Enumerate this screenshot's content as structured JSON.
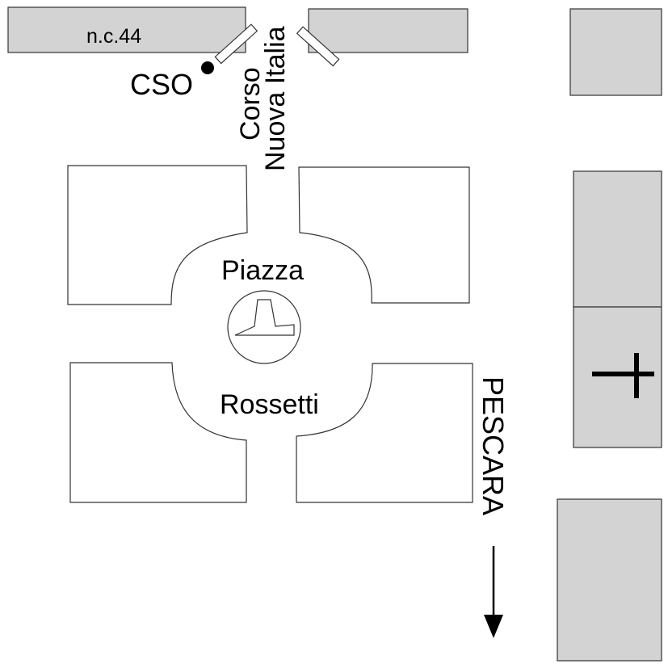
{
  "map": {
    "civic_number_label": "n.c.44",
    "marker_label": "CSO",
    "street_name_line1": "Corso",
    "street_name_line2": "Nuova Italia",
    "square_name_line1": "Piazza",
    "square_name_line2": "Rossetti",
    "direction_label": "PESCARA",
    "colors": {
      "building_fill": "#d3d3d3",
      "outline": "#333333",
      "text": "#000000"
    },
    "icons": [
      "dot-marker-icon",
      "down-arrow-icon",
      "cross-icon",
      "monument-icon"
    ]
  }
}
